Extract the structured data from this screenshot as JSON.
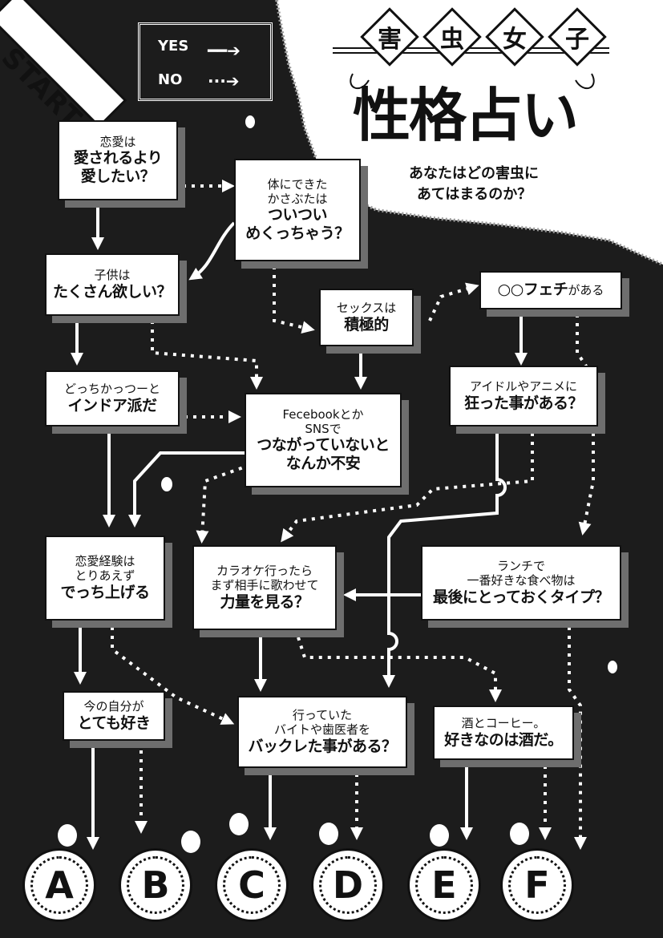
{
  "start_label": "START",
  "legend": {
    "yes": "YES",
    "no": "NO"
  },
  "title": {
    "chars": [
      "害",
      "虫",
      "女",
      "子"
    ],
    "main": "性格占い",
    "sub_line1": "あなたはどの害虫に",
    "sub_line2": "あてはまるのか？"
  },
  "questions": {
    "q1": {
      "line1": "恋愛は",
      "line2": "愛されるより",
      "line3": "愛したい？"
    },
    "q2": {
      "line1": "体にできた",
      "line2": "かさぶたは",
      "line3": "ついつい",
      "line4": "めくっちゃう？"
    },
    "q3": {
      "line1": "子供は",
      "line2": "たくさん欲しい？"
    },
    "q4": {
      "line1": "セックスは",
      "line2": "積極的"
    },
    "q5": {
      "line1": "○○フェチ",
      "line2": "がある"
    },
    "q6": {
      "line1": "どっちかっつーと",
      "line2": "インドア派だ"
    },
    "q7": {
      "line1": "Fecebookとか",
      "line2": "SNSで",
      "line3": "つながっていないと",
      "line4": "なんか不安"
    },
    "q8": {
      "line1": "アイドルやアニメに",
      "line2": "狂った事がある？"
    },
    "q9": {
      "line1": "恋愛経験は",
      "line2": "とりあえず",
      "line3": "でっち上げる"
    },
    "q10": {
      "line1": "カラオケ行ったら",
      "line2": "まず相手に歌わせて",
      "line3": "力量を見る？"
    },
    "q11": {
      "line1": "ランチで",
      "line2": "一番好きな食べ物は",
      "line3": "最後にとっておくタイプ？"
    },
    "q12": {
      "line1": "今の自分が",
      "line2": "とても好き"
    },
    "q13": {
      "line1": "行っていた",
      "line2": "バイトや歯医者を",
      "line3": "バックレた事がある？"
    },
    "q14": {
      "line1": "酒とコーヒー。",
      "line2": "好きなのは酒だ。"
    }
  },
  "results": [
    "A",
    "B",
    "C",
    "D",
    "E",
    "F"
  ]
}
